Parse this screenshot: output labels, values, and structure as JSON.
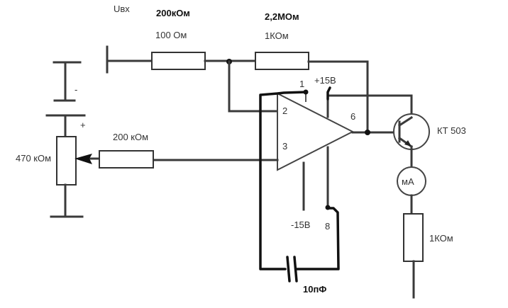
{
  "diagram": {
    "title": "Op-amp current driver circuit",
    "labels": {
      "input": "Uвх",
      "r_in_original": "100 Ом",
      "r_in_handwritten": "200кОм",
      "r_fb_original": "1КОм",
      "r_fb_handwritten": "2,2МОм",
      "battery_minus": "-",
      "battery_plus": "+",
      "potentiometer": "470 кОм",
      "r_noninv": "200 кОм",
      "pin1": "1",
      "pin2": "2",
      "pin3": "3",
      "pin6": "6",
      "pin8": "8",
      "vplus": "+15В",
      "vminus": "-15В",
      "transistor": "КТ 503",
      "ammeter": "мА",
      "r_load": "1КОм",
      "capacitor": "10пФ"
    }
  }
}
